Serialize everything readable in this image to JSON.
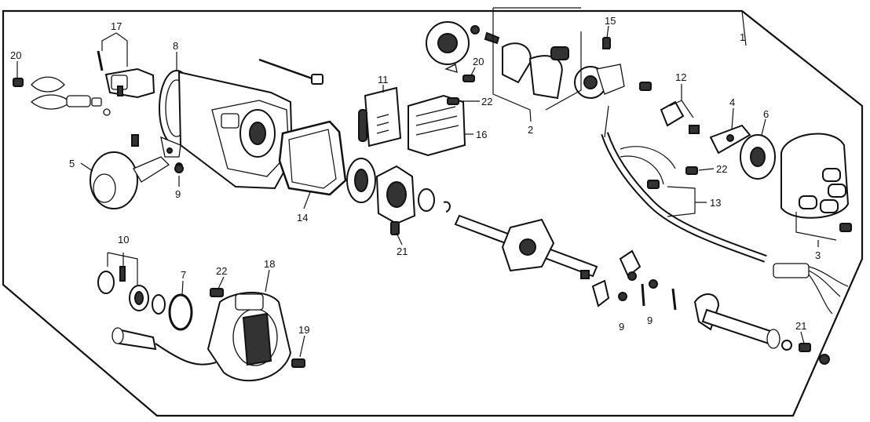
{
  "diagram": {
    "labels": [
      {
        "id": "1",
        "text": "1"
      },
      {
        "id": "2",
        "text": "2"
      },
      {
        "id": "3",
        "text": "3"
      },
      {
        "id": "4",
        "text": "4"
      },
      {
        "id": "5",
        "text": "5"
      },
      {
        "id": "6",
        "text": "6"
      },
      {
        "id": "7",
        "text": "7"
      },
      {
        "id": "8",
        "text": "8"
      },
      {
        "id": "9a",
        "text": "9"
      },
      {
        "id": "9b",
        "text": "9"
      },
      {
        "id": "9c",
        "text": "9"
      },
      {
        "id": "10",
        "text": "10"
      },
      {
        "id": "11",
        "text": "11"
      },
      {
        "id": "12",
        "text": "12"
      },
      {
        "id": "13",
        "text": "13"
      },
      {
        "id": "14",
        "text": "14"
      },
      {
        "id": "15",
        "text": "15"
      },
      {
        "id": "16",
        "text": "16"
      },
      {
        "id": "17",
        "text": "17"
      },
      {
        "id": "18",
        "text": "18"
      },
      {
        "id": "19",
        "text": "19"
      },
      {
        "id": "20a",
        "text": "20"
      },
      {
        "id": "20b",
        "text": "20"
      },
      {
        "id": "21a",
        "text": "21"
      },
      {
        "id": "21b",
        "text": "21"
      },
      {
        "id": "22a",
        "text": "22"
      },
      {
        "id": "22b",
        "text": "22"
      },
      {
        "id": "22c",
        "text": "22"
      }
    ]
  }
}
